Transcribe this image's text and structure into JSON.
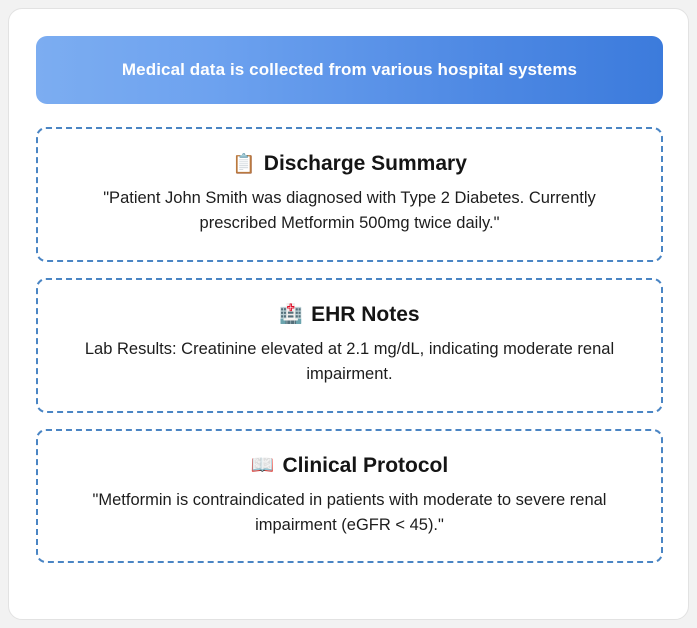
{
  "banner": {
    "text": "Medical data is collected from various hospital systems",
    "gradient_from": "#7cadf1",
    "gradient_to": "#3c7bdc",
    "text_color": "#ffffff"
  },
  "theme": {
    "card_border_color": "#4a85c4",
    "page_background": "#f2f2f2",
    "frame_background": "#ffffff",
    "frame_border": "#e2e2e2",
    "body_text_color": "#1d1d1d",
    "title_text_color": "#151515"
  },
  "cards": [
    {
      "icon": "clipboard-icon",
      "icon_glyph": "📋",
      "title": "Discharge Summary",
      "body": "\"Patient John Smith was diagnosed with Type 2 Diabetes. Currently prescribed Metformin 500mg twice daily.\""
    },
    {
      "icon": "hospital-icon",
      "icon_glyph": "🏥",
      "title": "EHR Notes",
      "body": "Lab Results: Creatinine elevated at 2.1 mg/dL, indicating moderate renal impairment."
    },
    {
      "icon": "open-book-icon",
      "icon_glyph": "📖",
      "title": "Clinical Protocol",
      "body": "\"Metformin is contraindicated in patients with moderate to severe renal impairment (eGFR < 45).\""
    }
  ]
}
